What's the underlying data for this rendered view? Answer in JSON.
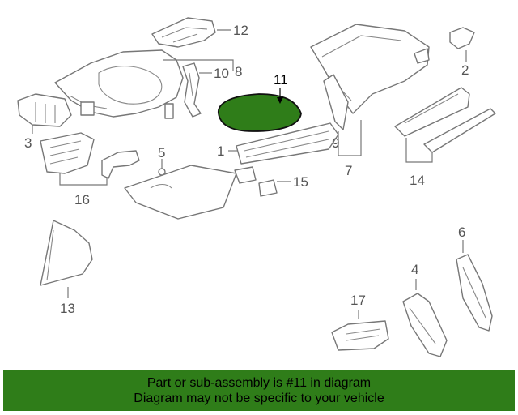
{
  "callouts": {
    "c1": "1",
    "c2": "2",
    "c3": "3",
    "c4": "4",
    "c5": "5",
    "c6": "6",
    "c7": "7",
    "c8": "8",
    "c9": "9",
    "c10": "10",
    "c11": "11",
    "c12": "12",
    "c13": "13",
    "c14": "14",
    "c15": "15",
    "c16": "16",
    "c17": "17"
  },
  "highlight": {
    "part": "11",
    "color": "#2f7d19"
  },
  "banner": {
    "line1": "Part or sub-assembly is #11 in diagram",
    "line2": "Diagram may not be specific to your vehicle",
    "color": "#2f7d19"
  }
}
